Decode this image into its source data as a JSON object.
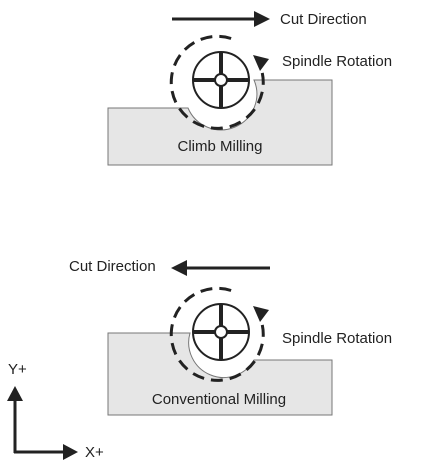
{
  "climb": {
    "cut_direction_label": "Cut Direction",
    "spindle_rotation_label": "Spindle Rotation",
    "title": "Climb Milling",
    "cut_direction": "right",
    "rotation": "clockwise"
  },
  "conventional": {
    "cut_direction_label": "Cut Direction",
    "spindle_rotation_label": "Spindle Rotation",
    "title": "Conventional  Milling",
    "cut_direction": "left",
    "rotation": "clockwise"
  },
  "axes": {
    "y_label": "Y+",
    "x_label": "X+"
  },
  "colors": {
    "workpiece_fill": "#e6e6e6",
    "line": "#222222"
  }
}
